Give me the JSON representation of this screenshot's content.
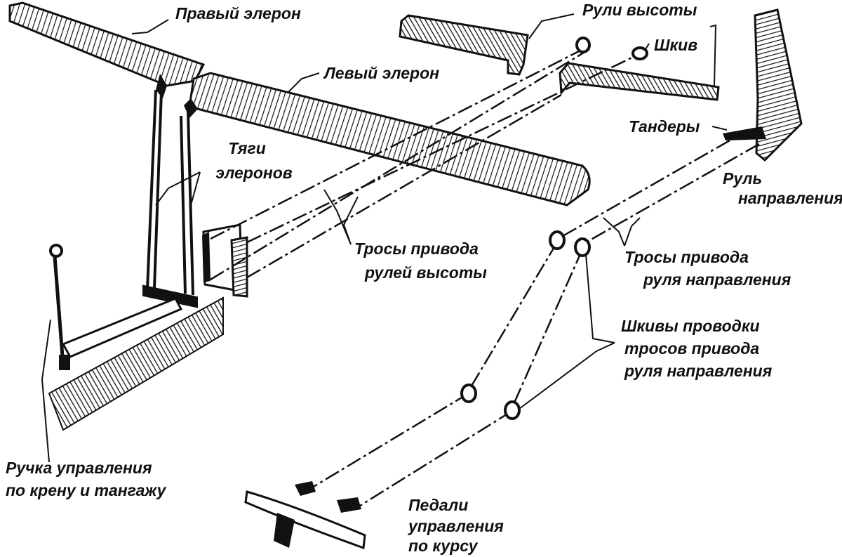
{
  "colors": {
    "ink": "#111111",
    "paper": "#ffffff"
  },
  "labels": {
    "right_aileron": "Правый элерон",
    "elevators": "Рули высоты",
    "pulley": "Шкив",
    "left_aileron": "Левый элерон",
    "aileron_rods_1": "Тяги",
    "aileron_rods_2": "элеронов",
    "turnbuckles": "Тандеры",
    "rudder_1": "Руль",
    "rudder_2": "направления",
    "elevator_cables_1": "Тросы привода",
    "elevator_cables_2": "рулей высоты",
    "rudder_cables_1": "Тросы  привода",
    "rudder_cables_2": "руля направления",
    "guide_pulleys_1": "Шкивы проводки",
    "guide_pulleys_2": "тросов  привода",
    "guide_pulleys_3": "руля направления",
    "stick_1": "Ручка управления",
    "stick_2": "по крену и  тангажу",
    "pedals_1": "Педали",
    "pedals_2": "управления",
    "pedals_3": "по курсу"
  }
}
